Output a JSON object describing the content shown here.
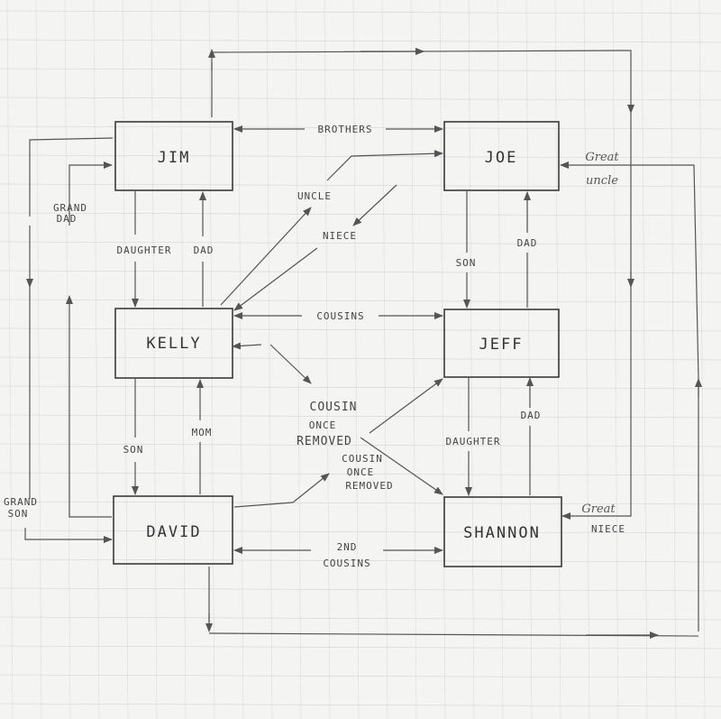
{
  "nodes": {
    "jim": "JIM",
    "joe": "JOE",
    "kelly": "KELLY",
    "jeff": "JEFF",
    "david": "DAVID",
    "shannon": "SHANNON"
  },
  "edges": {
    "brothers": "BROTHERS",
    "cousins": "COUSINS",
    "second_cousins_1": "2ND",
    "second_cousins_2": "COUSINS",
    "daughter_jim_kelly": "DAUGHTER",
    "dad_kelly_jim": "DAD",
    "son_kelly_david": "SON",
    "mom_david_kelly": "MOM",
    "son_joe_jeff": "SON",
    "dad_jeff_joe": "DAD",
    "daughter_jeff_shannon": "DAUGHTER",
    "dad_shannon_jeff": "DAD",
    "uncle": "UNCLE",
    "niece": "NIECE",
    "cousin_once_removed_a_1": "COUSIN",
    "cousin_once_removed_a_2": "ONCE",
    "cousin_once_removed_a_3": "REMOVED",
    "cousin_once_removed_b_1": "COUSIN",
    "cousin_once_removed_b_2": "ONCE",
    "cousin_once_removed_b_3": "REMOVED",
    "grand_dad_1": "GRAND",
    "grand_dad_2": "DAD",
    "grand_son_1": "GRAND",
    "grand_son_2": "SON",
    "great_uncle_1": "Great",
    "great_uncle_2": "uncle",
    "great_niece_1": "Great",
    "great_niece_2": "NIECE"
  }
}
